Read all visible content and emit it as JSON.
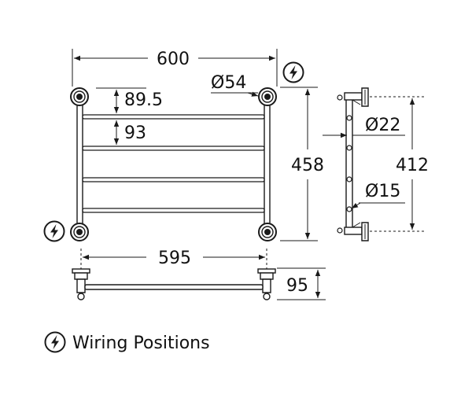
{
  "dimensions": {
    "overall_width": "600",
    "first_bar_offset": "89.5",
    "bar_spacing": "93",
    "post_diameter": "Ø54",
    "overall_height": "458",
    "rail_diameter": "Ø22",
    "side_height": "412",
    "bar_diameter": "Ø15",
    "bottom_width": "595",
    "projection": "95"
  },
  "legend": {
    "icon": "lightning-bolt-icon",
    "label": "Wiring Positions"
  }
}
